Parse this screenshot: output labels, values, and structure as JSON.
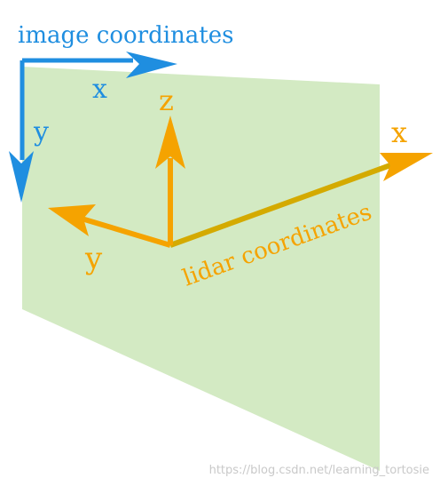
{
  "image_axes": {
    "title": "image coordinates",
    "x_label": "x",
    "y_label": "y",
    "color": "#1f8ee0"
  },
  "lidar_axes": {
    "title": "lidar coordinates",
    "x_label": "x",
    "y_label": "y",
    "z_label": "z",
    "color": "#f5a300",
    "x_axis_color": "#d4aa00"
  },
  "plane": {
    "color": "#d3eac3"
  },
  "watermark": "https://blog.csdn.net/learning_tortosie"
}
